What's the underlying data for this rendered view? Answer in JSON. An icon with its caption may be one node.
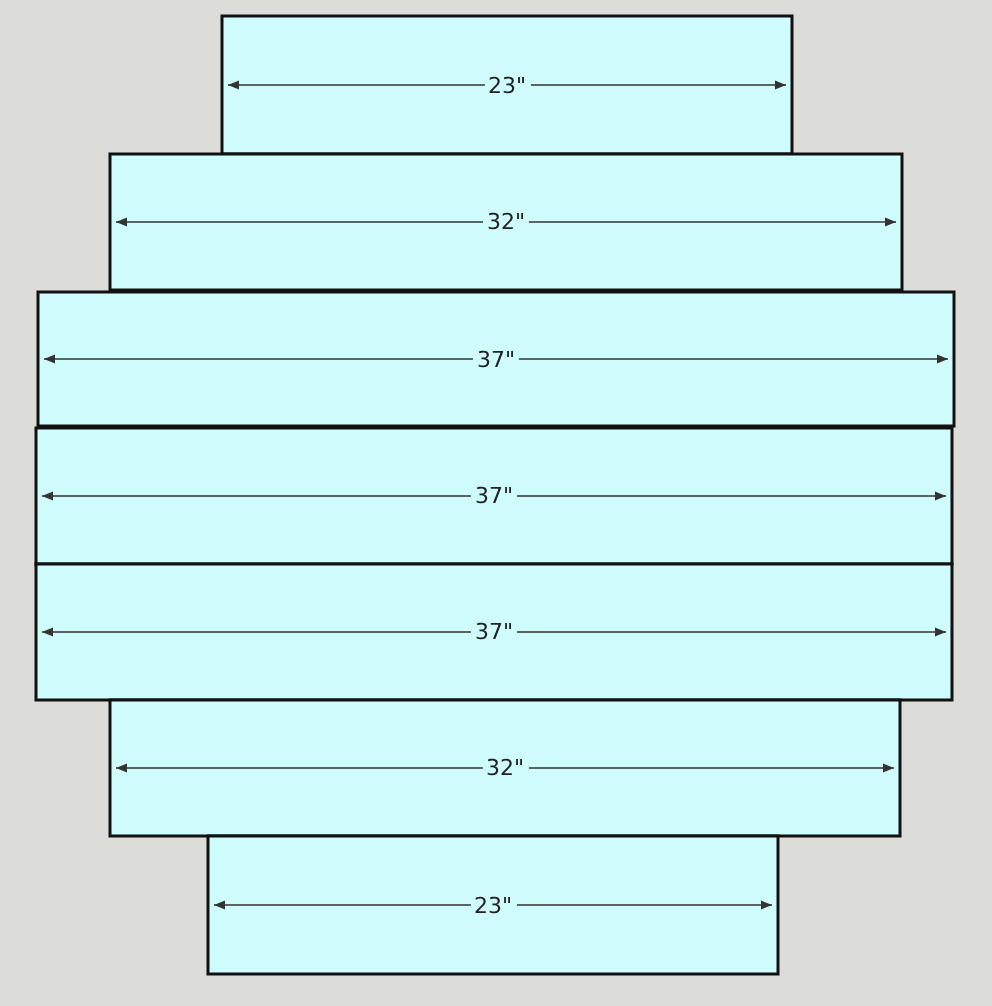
{
  "diagram": {
    "labels": [
      "23\"",
      "32\"",
      "37\"",
      "37\"",
      "37\"",
      "32\"",
      "23\""
    ]
  }
}
